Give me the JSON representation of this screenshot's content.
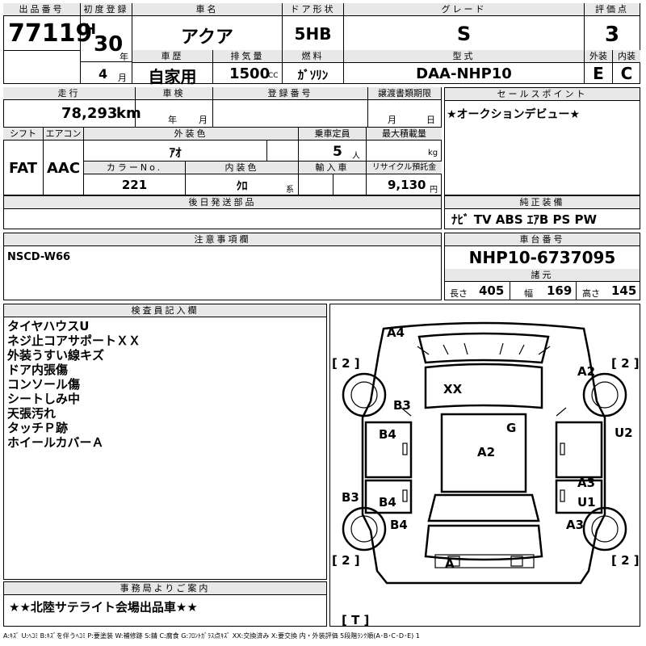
{
  "header": {
    "lot_label": "出品番号",
    "lot_no": "77119",
    "first_reg_label": "初度登録",
    "era": "H",
    "year": "30",
    "year_unit": "年",
    "month": "4",
    "month_unit": "月",
    "car_name_label": "車名",
    "car_name": "アクア",
    "door_label": "ドア形状",
    "door": "5HB",
    "grade_label": "グレード",
    "grade": "S",
    "score_label": "評価点",
    "score": "3",
    "history_label": "車歴",
    "history": "自家用",
    "disp_label": "排気量",
    "disp": "1500",
    "disp_unit": "CC",
    "fuel_label": "燃料",
    "fuel": "ｶﾞｿﾘﾝ",
    "model_label": "型式",
    "model": "DAA-NHP10",
    "ext_label": "外装",
    "ext": "E",
    "int_label": "内装",
    "int": "C"
  },
  "row2": {
    "mileage_label": "走行",
    "mileage": "78,293",
    "mileage_unit": "km",
    "inspect_label": "車検",
    "inspect_year": "年",
    "inspect_month": "月",
    "regno_label": "登録番号",
    "transfer_label": "譲渡書類期限",
    "transfer_month": "月",
    "transfer_day": "日",
    "sales_label": "セールスポイント",
    "sales": "★オークションデビュー★"
  },
  "row3": {
    "shift_label": "シフト",
    "shift": "FAT",
    "ac_label": "エアコン",
    "ac": "AAC",
    "color_label": "外装色",
    "color": "ｱｵ",
    "capacity_label": "乗車定員",
    "capacity": "5",
    "capacity_unit": "人",
    "maxload_label": "最大積載量",
    "maxload_unit": "kg",
    "colorno_label": "カラーNo.",
    "colorno": "221",
    "intcolor_label": "内装色",
    "intcolor": "ｸﾛ",
    "intcolor_unit": "系",
    "import_label": "輸入車",
    "recycle_label": "リサイクル預託金",
    "recycle": "9,130",
    "recycle_unit": "円"
  },
  "parts": {
    "label": "後日発送部品"
  },
  "equip": {
    "label": "純正装備",
    "text": "ﾅﾋﾞ  TV  ABS  ｴｱB  PS  PW"
  },
  "notes": {
    "label": "注意事項欄",
    "text": "NSCD-W66"
  },
  "chassis": {
    "label": "車台番号",
    "text": "NHP10-6737095"
  },
  "dims": {
    "label": "諸元",
    "length_label": "長さ",
    "length": "405",
    "width_label": "幅",
    "width": "169",
    "height_label": "高さ",
    "height": "145"
  },
  "inspector": {
    "label": "検査員記入欄",
    "lines": [
      "タイヤハウスU",
      "ネジ止コアサポートＸＸ",
      "外装うすい線キズ",
      "ドア内張傷",
      "コンソール傷",
      "シートしみ中",
      "天張汚れ",
      "タッチＰ跡",
      "ホイールカバーＡ"
    ]
  },
  "office": {
    "label": "事務局よりご案内",
    "text": "★★北陸サテライト会場出品車★★"
  },
  "diagram": {
    "marks": {
      "a4": "A4",
      "a2_fr": "A2",
      "xx": "XX",
      "b3_upper": "B3",
      "g": "G",
      "b4_left": "B4",
      "a2_center": "A2",
      "u2": "U2",
      "a3_upper": "A3",
      "b3_lower": "B3",
      "b4_lower_mid": "B4",
      "u1": "U1",
      "b4_lower": "B4",
      "a3_lower": "A3",
      "a_rear": "A"
    },
    "tire_tl": "[ 2 ]",
    "tire_tr": "[ 2 ]",
    "tire_bl": "[ 2 ]",
    "tire_br": "[ 2 ]",
    "trunk": "[ T ]"
  },
  "legend": "A:ｷｽﾞ  U:ﾍｺﾐ  B:ｷｽﾞを伴うﾍｺﾐ  P:要塗装  W:補修跡  S:錆  C:腐食  G:ﾌﾛﾝﾄｶﾞﾗｽ点ｷｽﾞ  XX:交換済み  X:要交換   内・外装評価  5段階ﾗﾝｸ順(A･B･C･D･E) 1"
}
